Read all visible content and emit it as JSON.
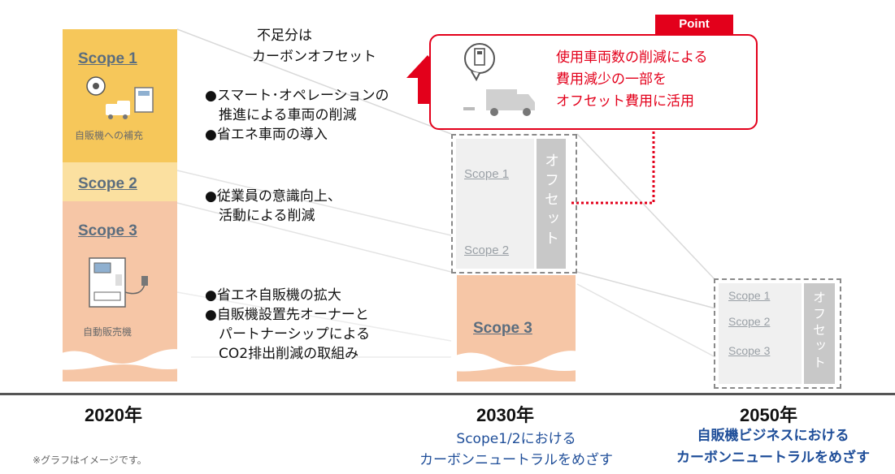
{
  "col2020": {
    "scope1": "Scope 1",
    "scope1_caption": "自販機への補充",
    "scope2": "Scope 2",
    "scope3": "Scope 3",
    "scope3_caption": "自動販売機"
  },
  "notes": {
    "shortfall_line1": "不足分は",
    "shortfall_line2": "カーボンオフセット",
    "group1": [
      "●スマート･オペレーションの",
      "　推進による車両の削減",
      "●省エネ車両の導入"
    ],
    "group2": [
      "●従業員の意識向上、",
      "　活動による削減"
    ],
    "group3": [
      "●省エネ自販機の拡大",
      "●自販機設置先オーナーと",
      "　パートナーシップによる",
      "　CO2排出削減の取組み"
    ]
  },
  "point": {
    "tag": "Point",
    "lines": [
      "使用車両数の削減による",
      "費用減少の一部を",
      "オフセット費用に活用"
    ]
  },
  "col2030": {
    "scope1": "Scope 1",
    "scope2": "Scope 2",
    "offset": "オフセット",
    "scope3": "Scope 3"
  },
  "col2050": {
    "scope1": "Scope 1",
    "scope2": "Scope 2",
    "scope3": "Scope 3",
    "offset": "オフセット"
  },
  "years": {
    "y2020": "2020年",
    "y2030": "2030年",
    "y2050": "2050年"
  },
  "captions": {
    "c2030_line1": "Scope1/2における",
    "c2030_line2": "カーボンニュートラルをめざす",
    "c2050_line1": "自販機ビジネスにおける",
    "c2050_line2": "カーボンニュートラルをめざす"
  },
  "footnote": "※グラフはイメージです。",
  "colors": {
    "scope1": "#f6c75a",
    "scope2": "#fbe0a0",
    "scope3": "#f6c6a6",
    "point_red": "#e3001b",
    "caption_blue": "#1f4e99",
    "offset_gray": "#c8c8c8"
  }
}
